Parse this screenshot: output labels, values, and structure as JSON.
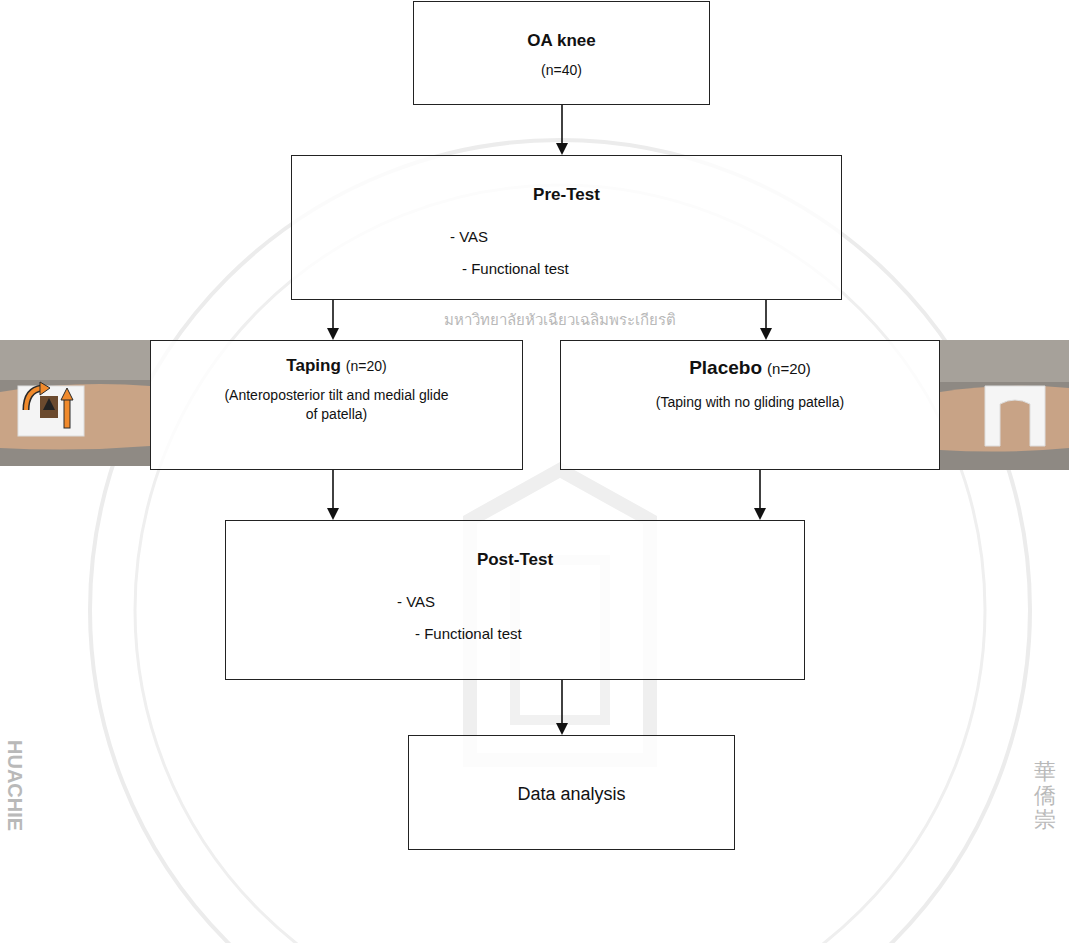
{
  "diagram": {
    "nodes": [
      {
        "text": [
          "OA knee",
          "(n=40)"
        ]
      },
      {
        "text": [
          "Pre-Test",
          "- VAS",
          "- Functional test"
        ]
      },
      {
        "text": [
          "Taping",
          "(n=20)",
          "(Anteroposterior tilt and medial glide of patella)"
        ]
      },
      {
        "text": [
          "Placebo",
          "(n=20)",
          "(Taping with no gliding patella)"
        ]
      },
      {
        "text": [
          "Post-Test",
          "- VAS",
          "- Functional test"
        ]
      },
      {
        "text": [
          "Data analysis"
        ]
      }
    ],
    "edges": [
      {
        "from": 0,
        "to": 1,
        "arrow": "to"
      },
      {
        "from": 1,
        "to": 2,
        "arrow": "to"
      },
      {
        "from": 1,
        "to": 3,
        "arrow": "to"
      },
      {
        "from": 2,
        "to": 4,
        "arrow": "to"
      },
      {
        "from": 3,
        "to": 4,
        "arrow": "to"
      },
      {
        "from": 4,
        "to": 5,
        "arrow": "to"
      }
    ],
    "labels": [
      "มหาวิทยาลัยหัวเฉียวเฉลิมพระเกียรติ",
      "HUACHIE",
      "華僑崇"
    ]
  }
}
